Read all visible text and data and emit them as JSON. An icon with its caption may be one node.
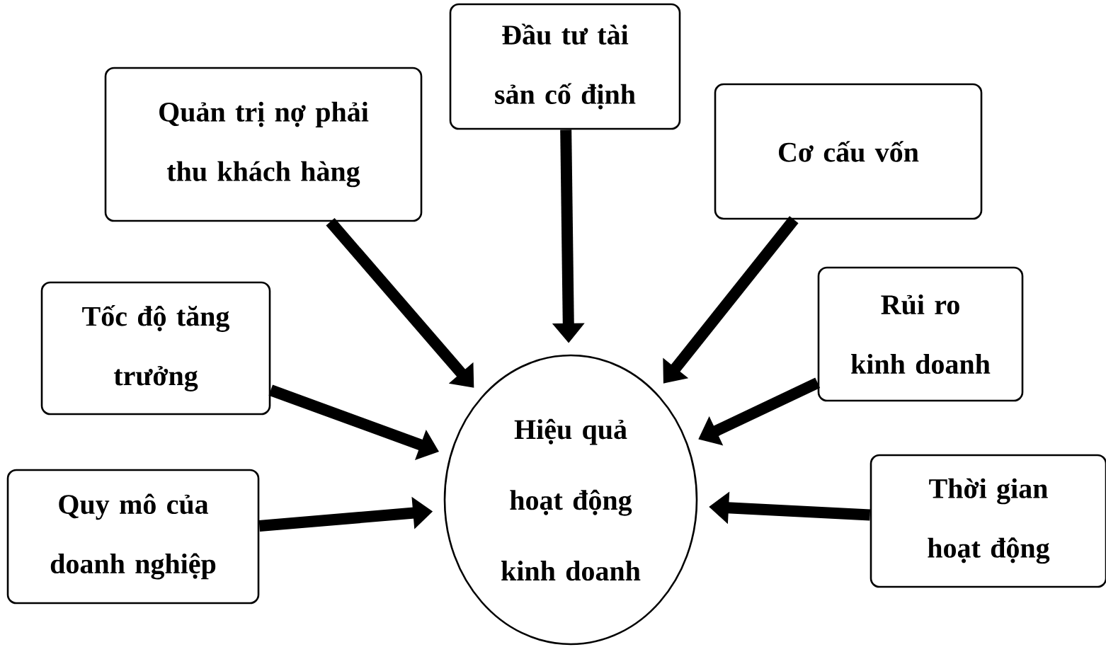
{
  "diagram": {
    "nodes": [
      {
        "text": [
          "Quản trị nợ phải thu khách hàng"
        ]
      },
      {
        "text": [
          "Đầu tư tài sản cố định"
        ]
      },
      {
        "text": [
          "Cơ cấu vốn"
        ]
      },
      {
        "text": [
          "Tốc độ tăng trưởng"
        ]
      },
      {
        "text": [
          "Rủi ro kinh doanh"
        ]
      },
      {
        "text": [
          "Hiệu quả hoạt động kinh doanh"
        ]
      },
      {
        "text": [
          "Quy mô của doanh nghiệp"
        ]
      },
      {
        "text": [
          "Thời gian hoạt động"
        ]
      }
    ],
    "edges": [
      {
        "from": 0,
        "to": 5,
        "arrow": "to"
      },
      {
        "from": 1,
        "to": 5,
        "arrow": "to"
      },
      {
        "from": 2,
        "to": 5,
        "arrow": "to"
      },
      {
        "from": 3,
        "to": 5,
        "arrow": "to"
      },
      {
        "from": 4,
        "to": 5,
        "arrow": "to"
      },
      {
        "from": 6,
        "to": 5,
        "arrow": "to"
      },
      {
        "from": 7,
        "to": 5,
        "arrow": "to"
      }
    ]
  }
}
